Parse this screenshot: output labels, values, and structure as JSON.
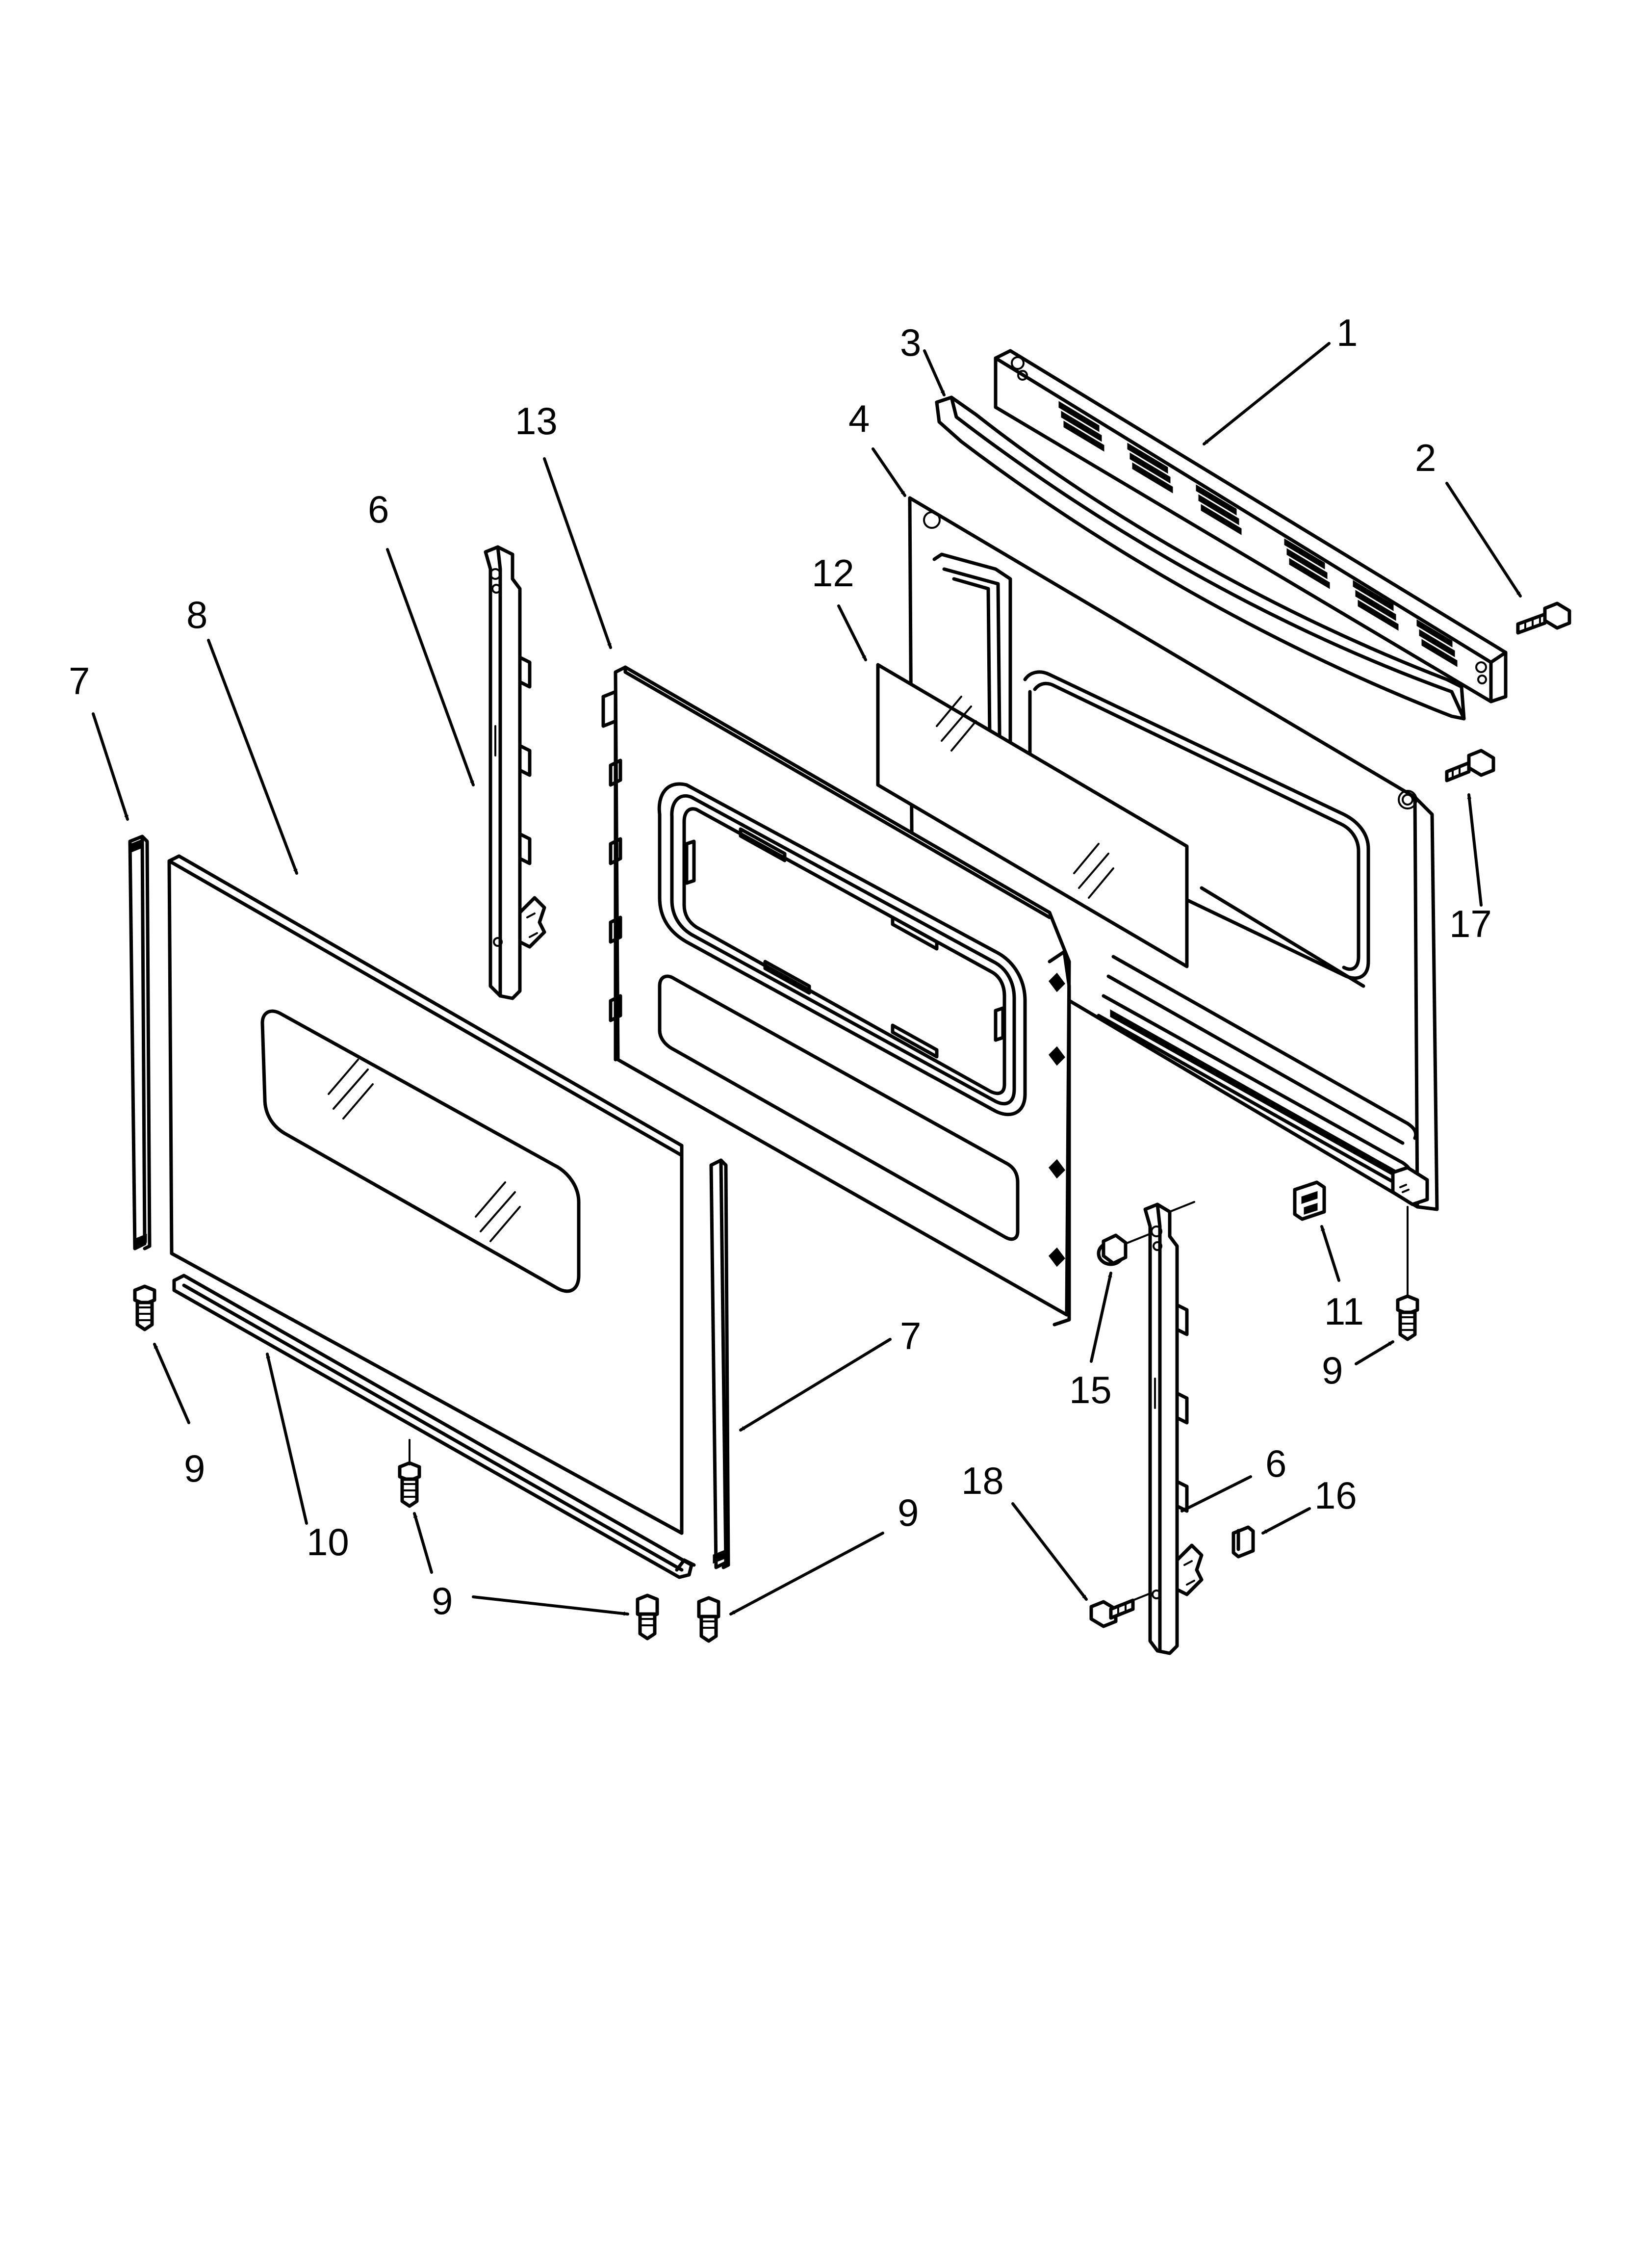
{
  "callouts": {
    "c1": "1",
    "c2": "2",
    "c3": "3",
    "c4": "4",
    "c6a": "6",
    "c6b": "6",
    "c7a": "7",
    "c7b": "7",
    "c8": "8",
    "c9a": "9",
    "c9b": "9",
    "c9c": "9",
    "c9d": "9",
    "c10": "10",
    "c11": "11",
    "c12": "12",
    "c13": "13",
    "c15": "15",
    "c16": "16",
    "c17": "17",
    "c18": "18"
  }
}
